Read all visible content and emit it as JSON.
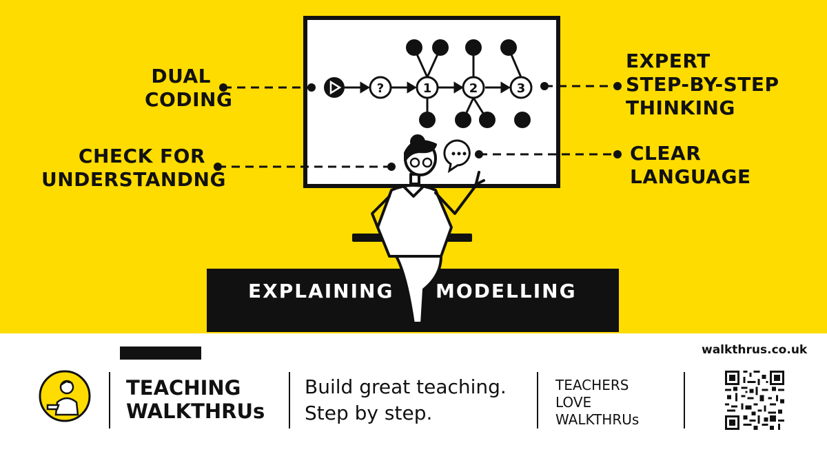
{
  "labels": {
    "dual_coding": [
      "DUAL",
      "CODING"
    ],
    "check_for_understanding": [
      "CHECK FOR",
      "UNDERSTANDNG"
    ],
    "expert_thinking": [
      "EXPERT",
      "STEP-BY-STEP",
      "THINKING"
    ],
    "clear_language": [
      "CLEAR",
      "LANGUAGE"
    ]
  },
  "banner": {
    "left": "EXPLAINING",
    "right": "MODELLING"
  },
  "diagram": {
    "nodes": [
      "?",
      "1",
      "2",
      "3"
    ],
    "speech_bubble": "···"
  },
  "footer": {
    "brand": [
      "TEACHING",
      "WALKTHRUs"
    ],
    "tagline": [
      "Build great teaching.",
      "Step by step."
    ],
    "love": [
      "TEACHERS",
      "LOVE",
      "WALKTHRUs"
    ],
    "url": "walkthrus.co.uk"
  },
  "colors": {
    "brand_yellow": "#FFDC00",
    "ink": "#111111",
    "white": "#FFFFFF"
  },
  "icons": [
    "play-icon",
    "speech-bubble-icon",
    "teacher-illustration",
    "teacher-logo-icon",
    "qr-code"
  ]
}
